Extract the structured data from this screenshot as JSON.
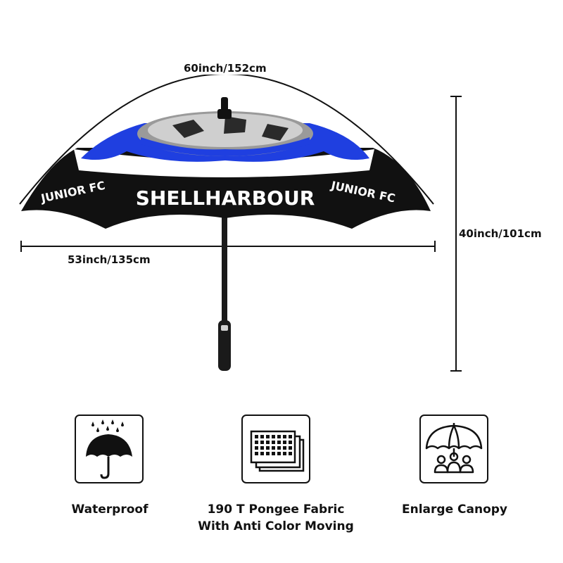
{
  "dimensions": {
    "arc_length": "60inch/152cm",
    "canopy_width": "53inch/135cm",
    "height": "40inch/101cm"
  },
  "umbrella": {
    "logo_main": "SHELLHARBOUR",
    "logo_side_left": "JUNIOR FC",
    "logo_side_right": "JUNIOR FC",
    "colors": {
      "canopy_black": "#111111",
      "vent_blue": "#1f3fe0",
      "white_band": "#ffffff",
      "handle": "#1a1a1a"
    }
  },
  "features": [
    {
      "icon": "rain-umbrella-icon",
      "label": "Waterproof"
    },
    {
      "icon": "fabric-layers-icon",
      "label_line1": "190 T Pongee Fabric",
      "label_line2": "With Anti Color Moving"
    },
    {
      "icon": "umbrella-people-icon",
      "label": "Enlarge Canopy"
    }
  ]
}
